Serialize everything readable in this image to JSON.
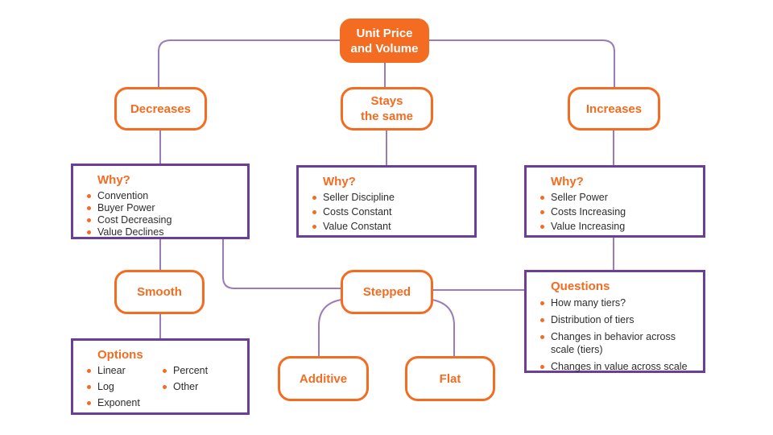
{
  "colors": {
    "orange": "#f36c21",
    "panel_border_purple": "#6b3e98",
    "connector_purple": "#9b7bb8",
    "body_text": "#2d2d2d",
    "root_text": "#ffffff"
  },
  "nodes": {
    "root": {
      "label": "Unit Price\nand Volume"
    },
    "decreases": {
      "label": "Decreases"
    },
    "stays_same": {
      "label": "Stays\nthe same"
    },
    "increases": {
      "label": "Increases"
    },
    "smooth": {
      "label": "Smooth"
    },
    "stepped": {
      "label": "Stepped"
    },
    "additive": {
      "label": "Additive"
    },
    "flat": {
      "label": "Flat"
    }
  },
  "panels": {
    "why_decreases": {
      "title": "Why?",
      "items": [
        "Convention",
        "Buyer Power",
        "Cost Decreasing",
        "Value Declines"
      ]
    },
    "why_stays_same": {
      "title": "Why?",
      "items": [
        "Seller Discipline",
        "Costs Constant",
        "Value Constant"
      ]
    },
    "why_increases": {
      "title": "Why?",
      "items": [
        "Seller Power",
        "Costs Increasing",
        "Value Increasing"
      ]
    },
    "options": {
      "title": "Options",
      "col1": [
        "Linear",
        "Log",
        "Exponent"
      ],
      "col2": [
        "Percent",
        "Other"
      ]
    },
    "questions": {
      "title": "Questions",
      "items": [
        "How many tiers?",
        "Distribution of tiers",
        "Changes in behavior across scale (tiers)",
        "Changes in value across scale"
      ]
    }
  }
}
